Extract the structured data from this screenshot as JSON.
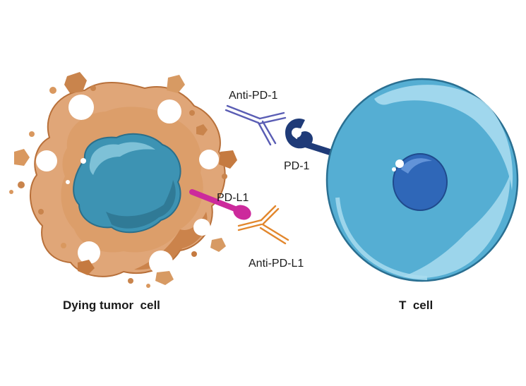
{
  "labels": {
    "anti_pd1": "Anti-PD-1",
    "pd1": "PD-1",
    "pdl1": "PD-L1",
    "anti_pdl1": "Anti-PD-L1",
    "tumor_cell": "Dying tumor  cell",
    "t_cell": "T  cell"
  },
  "colors": {
    "tumor_body": "#e0a678",
    "tumor_edge": "#b8703a",
    "tumor_dark": "#c9844c",
    "tumor_nucleus": "#3d93b3",
    "tumor_nucleus_light": "#6fbad3",
    "tcell_body": "#55aed3",
    "tcell_light": "#a9dcef",
    "tcell_edge": "#2a6f91",
    "tcell_nucleus": "#2f67b8",
    "pd1": "#1f3b78",
    "anti_pd1": "#5a5db4",
    "pdl1": "#cc2a9c",
    "anti_pdl1": "#e2872d"
  }
}
